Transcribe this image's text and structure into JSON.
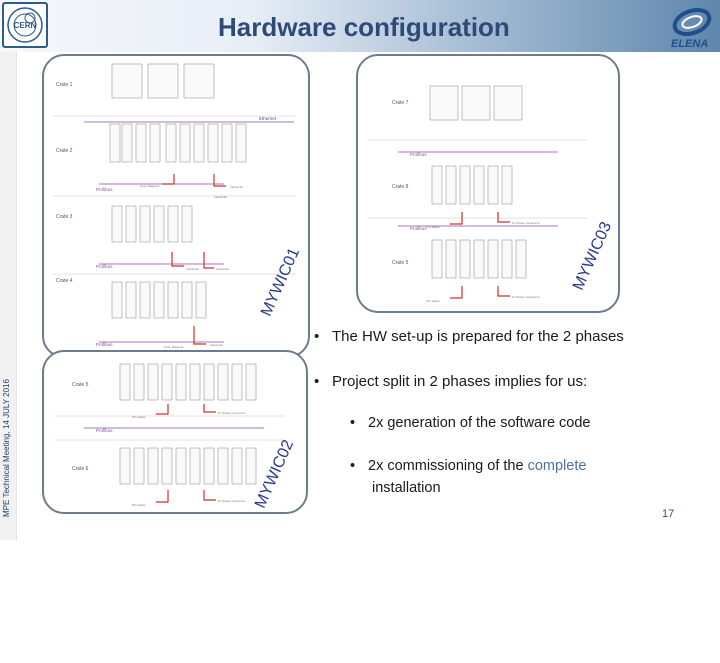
{
  "header": {
    "title": "Hardware configuration",
    "left_logo": "CERN",
    "right_logo": "ELENA"
  },
  "side_text": "MPE Technical Meeting, 14 JULY 2016",
  "page_number": "17",
  "diagram": {
    "panel_1": {
      "crates": [
        "Crate 1",
        "Crate 2",
        "Crate 3",
        "Crate 4"
      ],
      "bus_labels": [
        "Ethernet",
        "Profibus",
        "Profibus",
        "Profibus"
      ],
      "annotations": [
        "From Magnets",
        "Interlocks",
        "Interlocks",
        "Interlocks",
        "Interlocks",
        "From Magnets",
        "Interlocks"
      ]
    },
    "panel_2": {
      "crates": [
        "Crate 7",
        "Crate 8",
        "Crate 5"
      ],
      "bus_labels": [
        "Profibus",
        "Profibus"
      ],
      "annotations": [
        "PCi status",
        "To Power converters",
        "PCi status",
        "To Power converters"
      ]
    },
    "panel_3": {
      "crates": [
        "Crate 5",
        "Crate 6"
      ],
      "bus_labels": [
        "Profibus"
      ],
      "annotations": [
        "PCi status",
        "To Power converters",
        "PCi status",
        "To Power converters"
      ]
    },
    "controllers": [
      "MYWIC01",
      "MYWIC03",
      "MYWIC02"
    ]
  },
  "bullets": {
    "b1": "The HW set-up is prepared for the 2 phases",
    "b2": "Project split in 2 phases implies for us:",
    "sub1": "2x generation of the software code",
    "sub2_prefix": "2x commissioning of the ",
    "sub2_accent": "complete",
    "sub2_line2": "installation",
    "marker": "•"
  },
  "colors": {
    "title": "#2e4a78",
    "controller_label": "#2c3a8a",
    "accent": "#4f6fa0",
    "panel_border": "#6d7c8c",
    "arrow": "#d0302a",
    "bus": "#8a4aa8"
  }
}
